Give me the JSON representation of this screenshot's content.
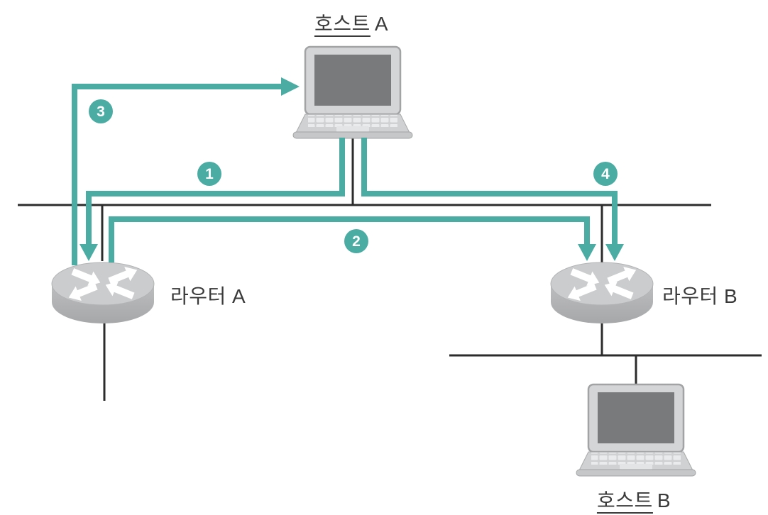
{
  "colors": {
    "background": "#FFFFFF",
    "flow_teal": "#4BACA4",
    "line_black": "#2C2C2C",
    "label_text": "#3A3A3A",
    "badge_text": "#FFFFFF",
    "device_light": "#D4D5D6",
    "device_mid": "#C0C1C3",
    "screen_gray": "#797A7C"
  },
  "nodes": {
    "host_a": {
      "label_underlined": "호스트",
      "label_suffix": "A"
    },
    "host_b": {
      "label_underlined": "호스트",
      "label_suffix": "B"
    },
    "router_a": {
      "label": "라우터 A"
    },
    "router_b": {
      "label": "라우터 B"
    }
  },
  "flow_steps": [
    {
      "number": "1"
    },
    {
      "number": "2"
    },
    {
      "number": "3"
    },
    {
      "number": "4"
    }
  ]
}
